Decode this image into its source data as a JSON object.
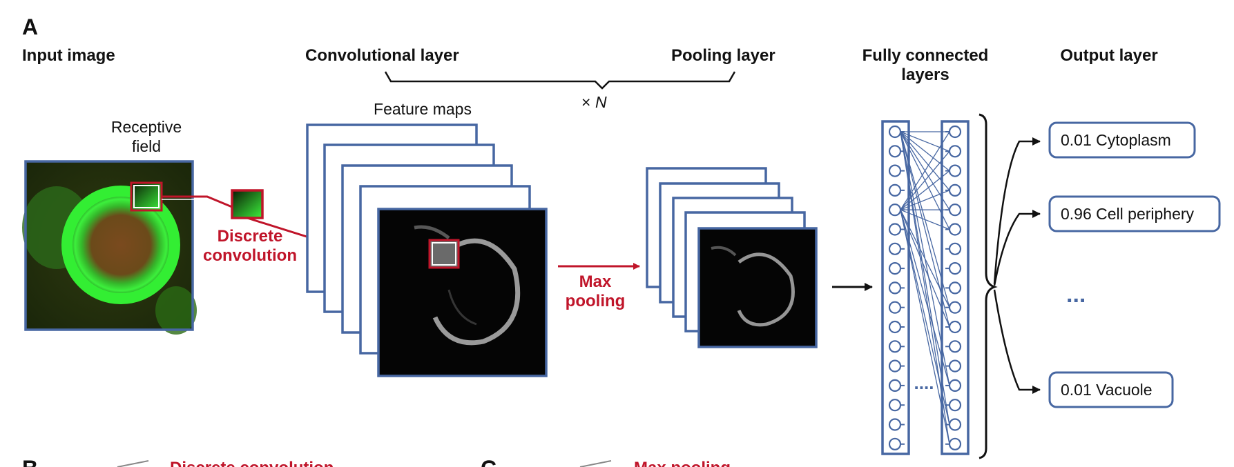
{
  "panel": {
    "label_a": "A",
    "label_b": "B",
    "label_c": "C"
  },
  "headers": {
    "input": "Input image",
    "conv": "Convolutional layer",
    "pool": "Pooling layer",
    "fc_line1": "Fully connected",
    "fc_line2": "layers",
    "output": "Output layer"
  },
  "repeat": {
    "times": "×",
    "var": "N"
  },
  "receptive": {
    "line1": "Receptive",
    "line2": "field"
  },
  "feature_maps": "Feature maps",
  "discrete": {
    "line1": "Discrete",
    "line2": "convolution"
  },
  "maxpool": {
    "line1": "Max",
    "line2": "pooling"
  },
  "outputs": [
    "0.01 Cytoplasm",
    "0.96 Cell periphery",
    "0.01 Vacuole"
  ],
  "ellipsis": "...",
  "fc_ellipsis": "....",
  "bottom": {
    "b_title": "Discrete convolution",
    "c_title": "Max pooling"
  },
  "colors": {
    "accent_red": "#c0152a",
    "frame_blue": "#4767a2",
    "node_blue": "#4767a2",
    "cell_green": "#2ee62e"
  }
}
